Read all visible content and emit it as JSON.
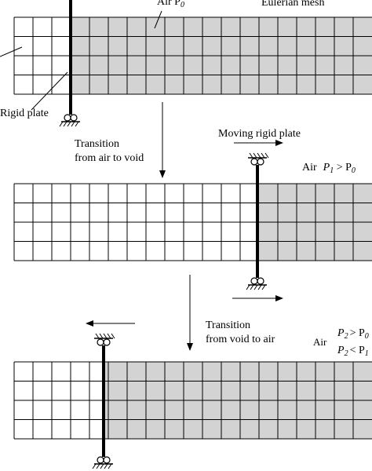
{
  "labels": {
    "air_p0_top": "Air  P",
    "air_p0_top_sub": "0",
    "eulerian_mesh": "Eulerian mesh",
    "rigid_plate": "Rigid plate",
    "transition_1_line1": "Transition",
    "transition_1_line2": "from air to void",
    "moving_rigid_plate": "Moving rigid plate",
    "air_stage2": "Air",
    "p1_gt_p0_p": "P",
    "p1_gt_p0_sub1": "1",
    "p1_gt_p0_op": " > P",
    "p1_gt_p0_sub2": "0",
    "transition_2_line1": "Transition",
    "transition_2_line2": "from void to air",
    "air_stage3": "Air",
    "p2_gt_p0_p": "P",
    "p2_gt_p0_sub1": "2",
    "p2_gt_p0_op": "> P",
    "p2_gt_p0_sub2": "0",
    "p2_lt_p1_p": "P",
    "p2_lt_p1_sub1": "2",
    "p2_lt_p1_op": "< P",
    "p2_lt_p1_sub2": "1"
  },
  "colors": {
    "air_fill": "#d3d3d3",
    "void_fill": "#ffffff",
    "line": "#000000"
  }
}
